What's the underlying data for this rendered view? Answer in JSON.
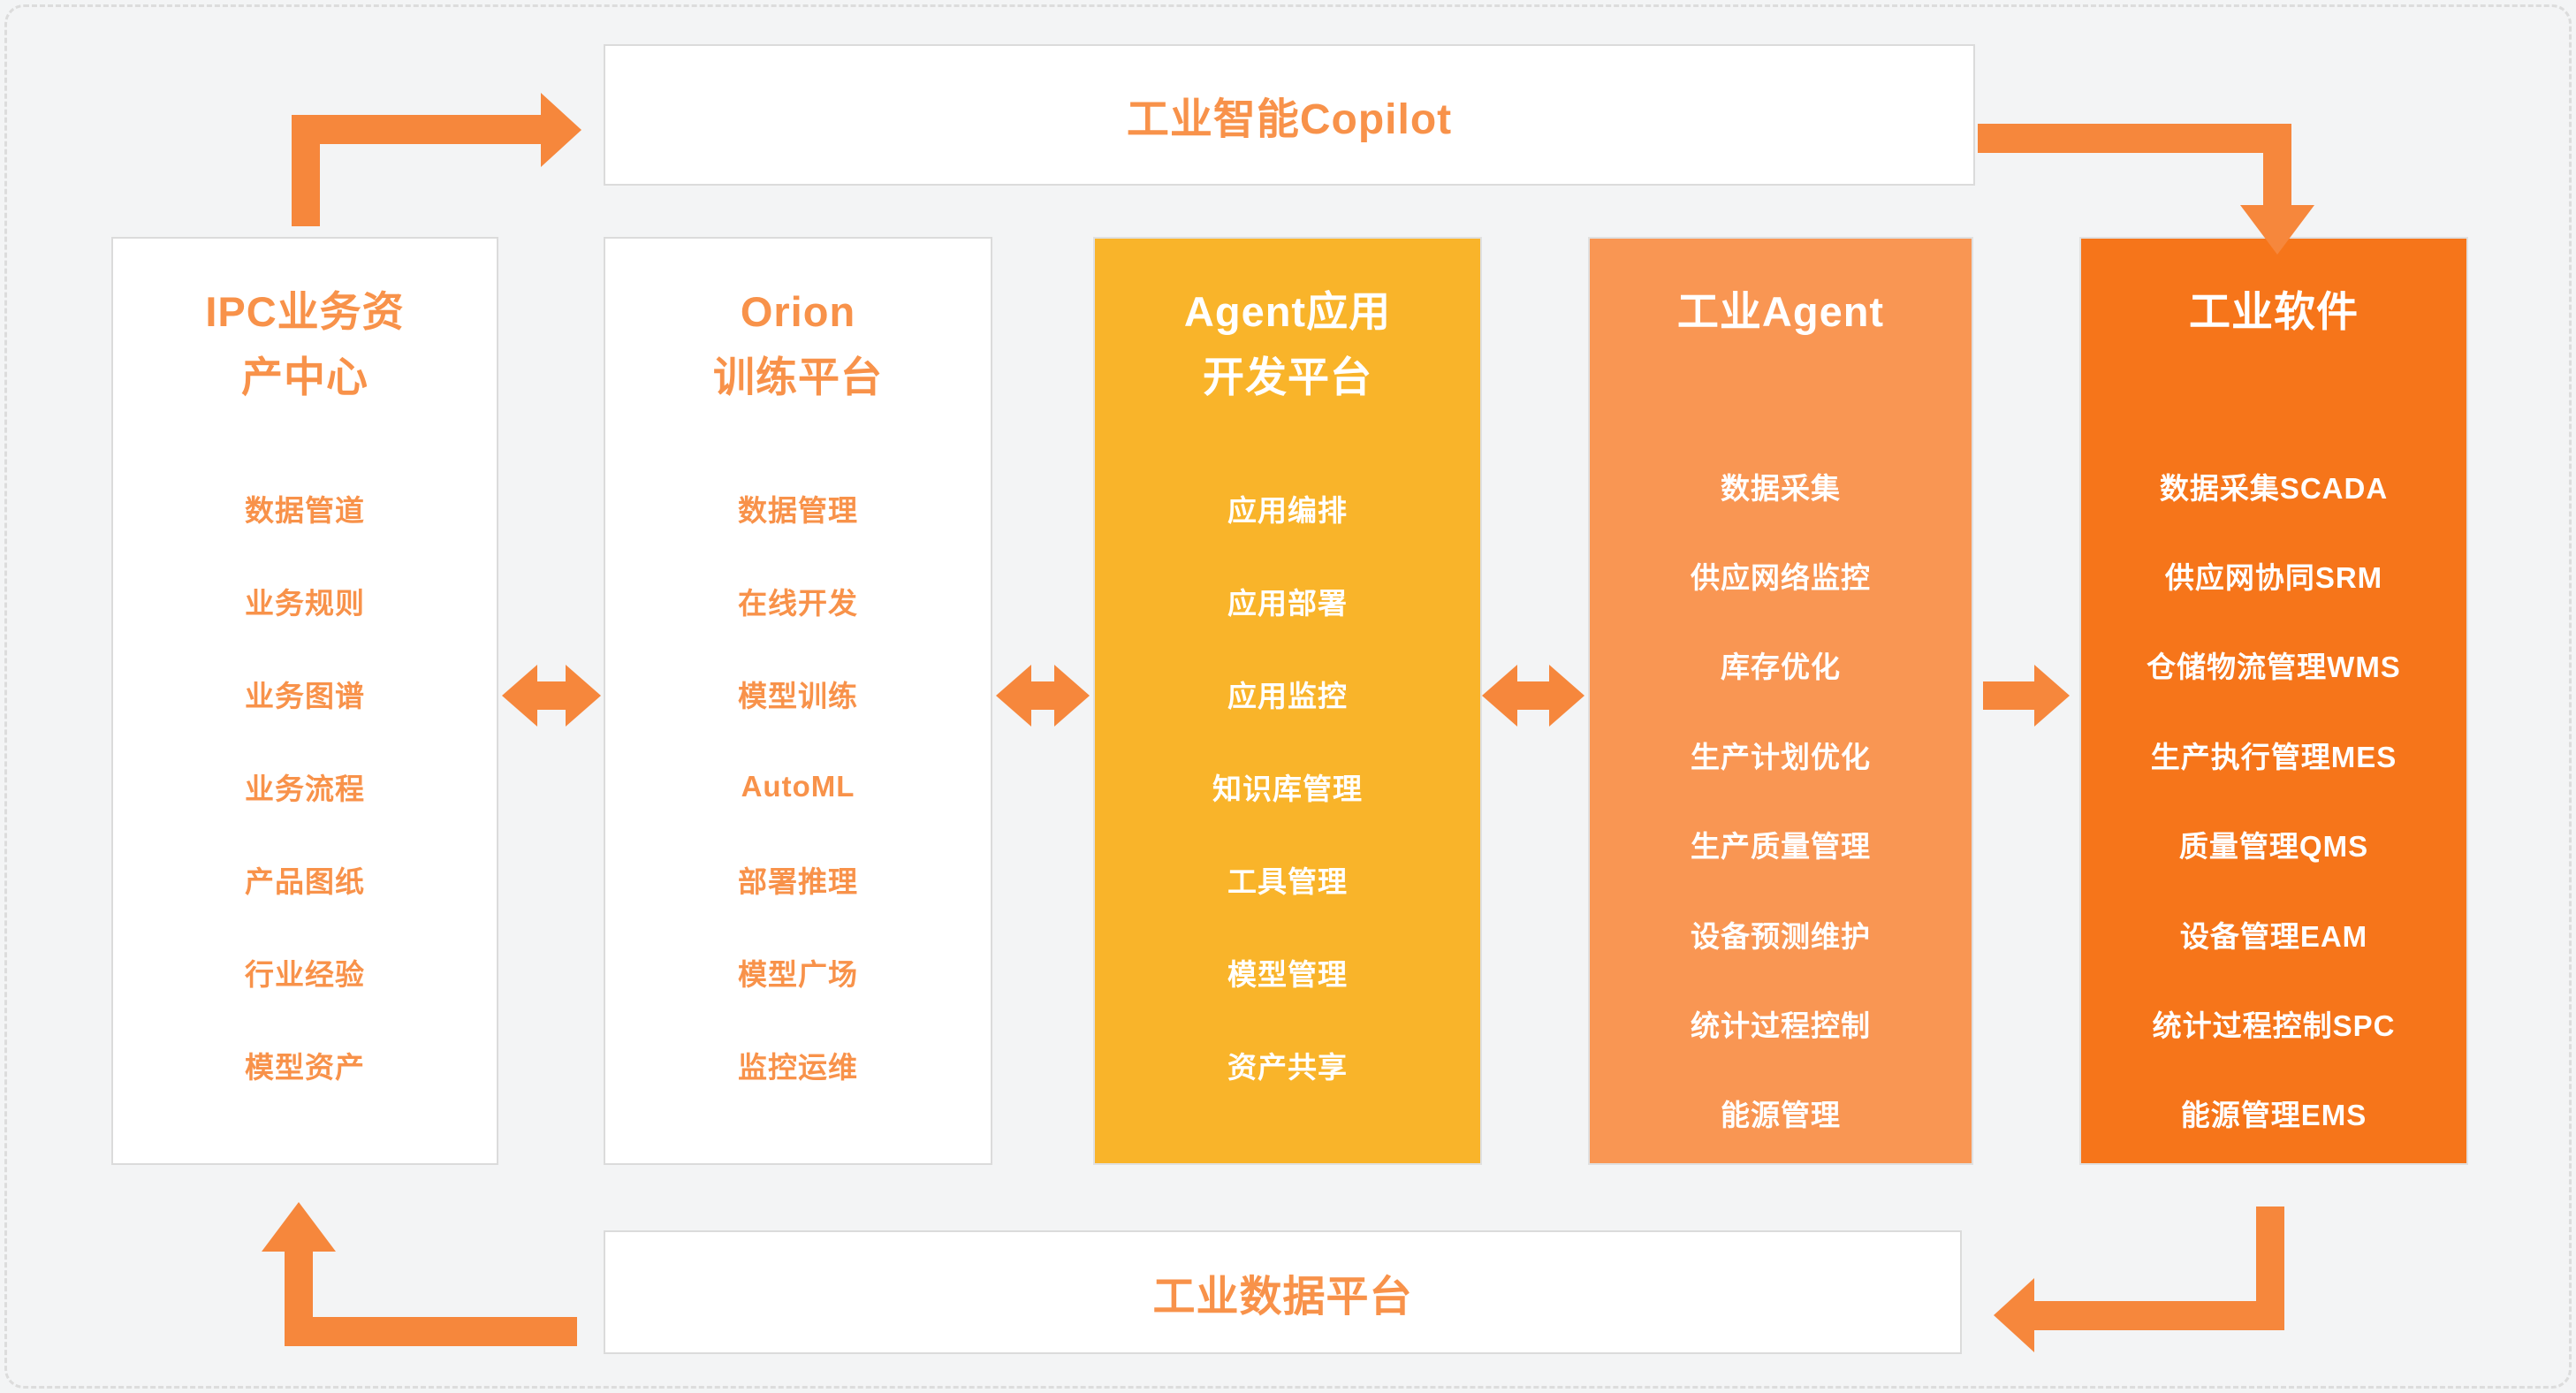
{
  "colors": {
    "accent": "#F6873C",
    "text-orange": "#F8924A",
    "yellow": "#F9B42A",
    "light-orange": "#F99653",
    "dark-orange": "#F6751A",
    "panel-border": "#DBDBDB",
    "bg": "#F3F4F5"
  },
  "top_bar": {
    "label": "工业智能Copilot"
  },
  "bottom_bar": {
    "label": "工业数据平台"
  },
  "columns": [
    {
      "id": "ipc-asset-center",
      "style": "white",
      "title_lines": [
        "IPC业务资",
        "产中心"
      ],
      "items": [
        "数据管道",
        "业务规则",
        "业务图谱",
        "业务流程",
        "产品图纸",
        "行业经验",
        "模型资产"
      ]
    },
    {
      "id": "orion-training-platform",
      "style": "white",
      "title_lines": [
        "Orion",
        "训练平台"
      ],
      "items": [
        "数据管理",
        "在线开发",
        "模型训练",
        "AutoML",
        "部署推理",
        "模型广场",
        "监控运维"
      ]
    },
    {
      "id": "agent-app-dev-platform",
      "style": "yellow",
      "title_lines": [
        "Agent应用",
        "开发平台"
      ],
      "items": [
        "应用编排",
        "应用部署",
        "应用监控",
        "知识库管理",
        "工具管理",
        "模型管理",
        "资产共享"
      ]
    },
    {
      "id": "industrial-agent",
      "style": "light",
      "title_lines": [
        "工业Agent"
      ],
      "items": [
        "数据采集",
        "供应网络监控",
        "库存优化",
        "生产计划优化",
        "生产质量管理",
        "设备预测维护",
        "统计过程控制",
        "能源管理"
      ]
    },
    {
      "id": "industrial-software",
      "style": "dark",
      "title_lines": [
        "工业软件"
      ],
      "items": [
        "数据采集SCADA",
        "供应网协同SRM",
        "仓储物流管理WMS",
        "生产执行管理MES",
        "质量管理QMS",
        "设备管理EAM",
        "统计过程控制SPC",
        "能源管理EMS"
      ]
    }
  ],
  "connections": [
    {
      "from": "IPC业务资产中心",
      "to": "工业智能Copilot",
      "bidirectional": false
    },
    {
      "from": "工业智能Copilot",
      "to": "工业软件",
      "bidirectional": false
    },
    {
      "from": "IPC业务资产中心",
      "to": "Orion训练平台",
      "bidirectional": true
    },
    {
      "from": "Orion训练平台",
      "to": "Agent应用开发平台",
      "bidirectional": true
    },
    {
      "from": "Agent应用开发平台",
      "to": "工业Agent",
      "bidirectional": true
    },
    {
      "from": "工业Agent",
      "to": "工业软件",
      "bidirectional": false
    },
    {
      "from": "工业数据平台",
      "to": "IPC业务资产中心",
      "bidirectional": false
    },
    {
      "from": "工业软件",
      "to": "工业数据平台",
      "bidirectional": false
    }
  ]
}
